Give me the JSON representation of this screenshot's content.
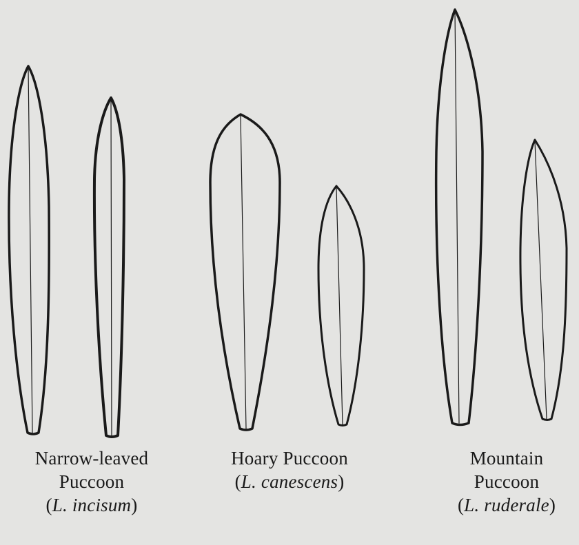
{
  "species": [
    {
      "common_name_line1": "Narrow-leaved",
      "common_name_line2": "Puccoon",
      "genus_abbrev": "L.",
      "epithet": "incisum"
    },
    {
      "common_name_line1": "Hoary Puccoon",
      "genus_abbrev": "L.",
      "epithet": "canescens"
    },
    {
      "common_name_line1": "Mountain",
      "common_name_line2": "Puccoon",
      "genus_abbrev": "L.",
      "epithet": "ruderale"
    }
  ],
  "colors": {
    "background": "#e4e4e2",
    "ink": "#1a1a1a"
  }
}
